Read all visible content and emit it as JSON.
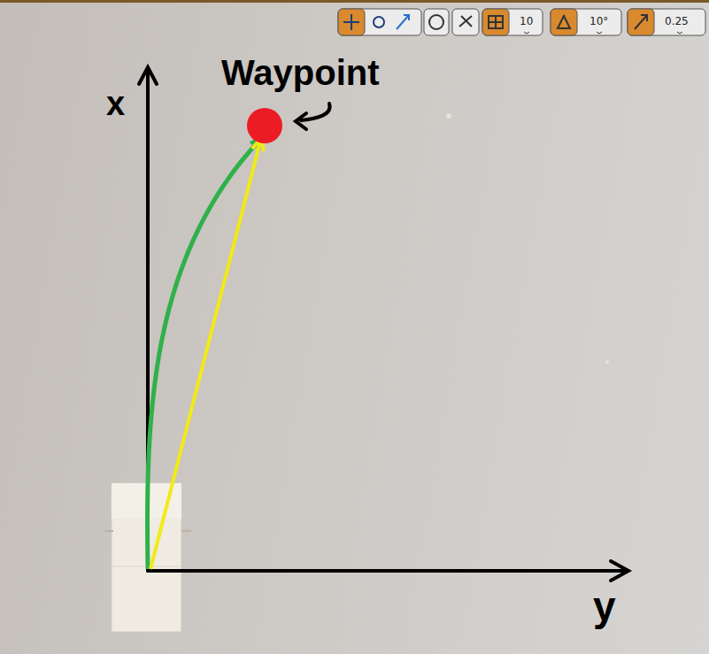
{
  "diagram": {
    "labels": [
      "x",
      "Waypoint",
      "y",
      "10",
      "10°",
      "0.25"
    ]
  }
}
